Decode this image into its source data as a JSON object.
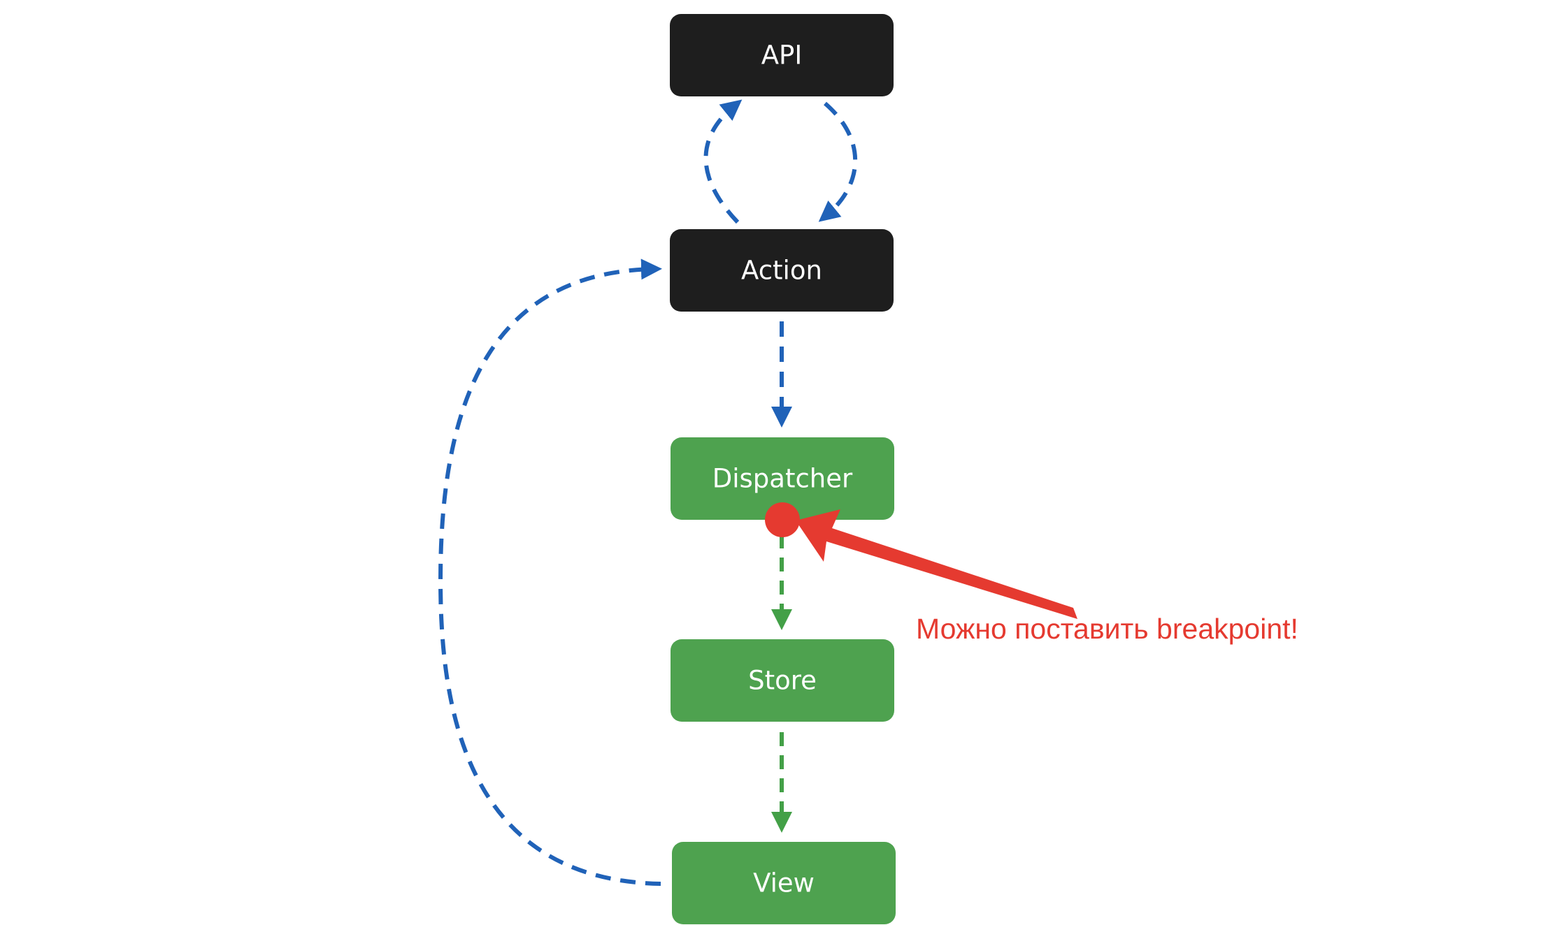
{
  "colors": {
    "dark_node": "#1e1e1e",
    "green_node": "#4ea24f",
    "blue_edge": "#2062b8",
    "green_edge": "#43a047",
    "callout": "#e53a30"
  },
  "nodes": {
    "api": "API",
    "action": "Action",
    "dispatcher": "Dispatcher",
    "store": "Store",
    "view": "View"
  },
  "callout": {
    "text": "Можно поставить breakpoint!"
  }
}
